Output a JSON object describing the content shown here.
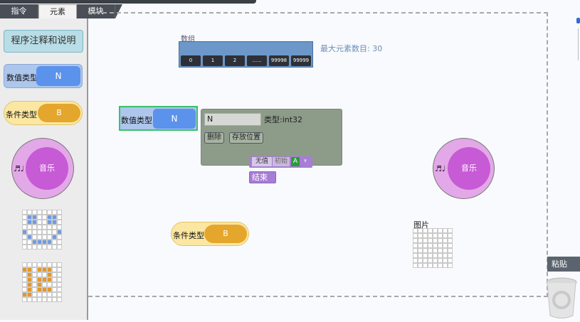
{
  "tabs": [
    {
      "label": "指令",
      "active": false
    },
    {
      "label": "元素",
      "active": true
    },
    {
      "label": "模块",
      "active": false
    }
  ],
  "sidebar": {
    "comment_button": "程序注释和说明",
    "num_type_label": "数值类型",
    "num_type_value": "N",
    "cond_type_label": "条件类型",
    "cond_type_value": "B",
    "music_label": "音乐",
    "music_notes": "♬♩"
  },
  "canvas": {
    "array": {
      "label": "数组",
      "cells": [
        "0",
        "1",
        "2",
        "......",
        "99998",
        "99999"
      ],
      "max_text": "最大元素数目: 30"
    },
    "num_block": {
      "label": "数值类型",
      "value": "N"
    },
    "popup": {
      "input_value": "N",
      "type_text": "类型:int32",
      "delete_btn": "删除",
      "store_btn": "存放位置"
    },
    "value_row": {
      "v1": "无值",
      "v2": "初始",
      "a": "A",
      "chev": "▾"
    },
    "end_block": "结束",
    "cond_block": {
      "label": "条件类型",
      "value": "B"
    },
    "music": {
      "label": "音乐",
      "notes": "♬♩"
    },
    "picture_label": "图片"
  },
  "paste_label": "粘贴",
  "colors": {
    "accent_blue": "#5b92ec",
    "cond_orange": "#e4a62c",
    "music_purple": "#c75ad5",
    "selected_green": "#3ac16c"
  }
}
